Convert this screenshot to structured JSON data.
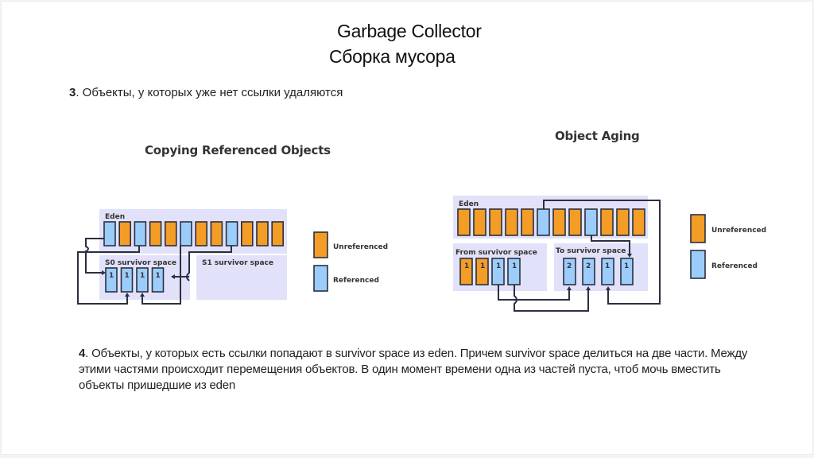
{
  "slide": {
    "title_line1": "Garbage Collector",
    "title_line2": "Сборка мусора",
    "point3": {
      "number": "3",
      "text": ". Объекты, у которых уже нет ссылки удаляются"
    },
    "point4": {
      "number": "4",
      "text": ". Объекты, у которых есть ссылки попадают в survivor space из eden. Причем survivor space делиться на две части. Между этими частями происходит перемещения объектов. В один момент времени одна из частей пуста, чтоб мочь вместить объекты пришедшие из eden"
    }
  },
  "colors": {
    "unreferenced": "#f39c26",
    "referenced": "#9ccdfa",
    "region_bg": "#dcdcf8",
    "connector": "#2a3040"
  },
  "diagram_left": {
    "title": "Copying Referenced Objects",
    "eden_label": "Eden",
    "eden_objects": [
      "referenced",
      "unreferenced",
      "referenced",
      "unreferenced",
      "unreferenced",
      "referenced",
      "unreferenced",
      "unreferenced",
      "referenced",
      "unreferenced",
      "unreferenced",
      "unreferenced"
    ],
    "s0_label": "S0 survivor space",
    "s0_objects": [
      {
        "type": "referenced",
        "age": "1"
      },
      {
        "type": "referenced",
        "age": "1"
      },
      {
        "type": "referenced",
        "age": "1"
      },
      {
        "type": "referenced",
        "age": "1"
      }
    ],
    "s1_label": "S1 survivor space",
    "legend": [
      {
        "type": "unreferenced",
        "label": "Unreferenced"
      },
      {
        "type": "referenced",
        "label": "Referenced"
      }
    ]
  },
  "diagram_right": {
    "title": "Object Aging",
    "eden_label": "Eden",
    "eden_objects": [
      "unreferenced",
      "unreferenced",
      "unreferenced",
      "unreferenced",
      "unreferenced",
      "referenced",
      "unreferenced",
      "unreferenced",
      "referenced",
      "unreferenced",
      "unreferenced",
      "unreferenced"
    ],
    "from_label": "From survivor  space",
    "from_objects": [
      {
        "type": "unreferenced",
        "age": "1"
      },
      {
        "type": "unreferenced",
        "age": "1"
      },
      {
        "type": "referenced",
        "age": "1"
      },
      {
        "type": "referenced",
        "age": "1"
      }
    ],
    "to_label": "To survivor  space",
    "to_objects": [
      {
        "type": "referenced",
        "age": "2"
      },
      {
        "type": "referenced",
        "age": "2"
      },
      {
        "type": "referenced",
        "age": "1"
      },
      {
        "type": "referenced",
        "age": "1"
      }
    ],
    "legend": [
      {
        "type": "unreferenced",
        "label": "Unreferenced"
      },
      {
        "type": "referenced",
        "label": "Referenced"
      }
    ]
  }
}
